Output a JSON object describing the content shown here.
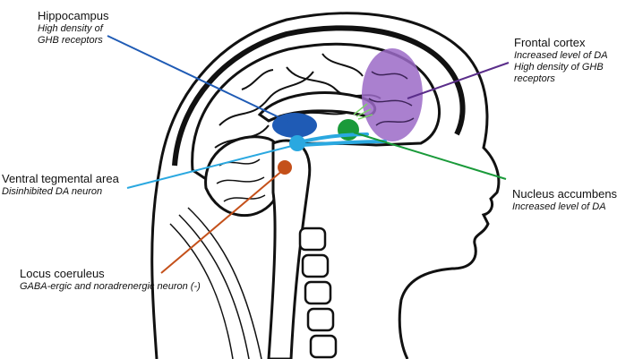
{
  "colors": {
    "hippocampus": "#1f5bb5",
    "frontal_cortex": "#9b6ac7",
    "nucleus_accumbens": "#1a9a3a",
    "ventral_tegmental_area": "#2aa8e0",
    "locus_coeruleus": "#c4501a",
    "outline": "#111111"
  },
  "labels": {
    "hippocampus": {
      "name": "Hippocampus",
      "desc1": "High density of",
      "desc2": "GHB receptors"
    },
    "frontal_cortex": {
      "name": "Frontal cortex",
      "desc1": "Increased level of DA",
      "desc2": "High density of GHB",
      "desc3": "receptors"
    },
    "ventral_tegmental_area": {
      "name": "Ventral tegmental area",
      "desc1": "Disinhibited DA neuron"
    },
    "nucleus_accumbens": {
      "name": "Nucleus accumbens",
      "desc1": "Increased level of DA"
    },
    "locus_coeruleus": {
      "name": "Locus coeruleus",
      "desc1": "GABA-ergic and noradrenergic neuron (-)"
    }
  }
}
